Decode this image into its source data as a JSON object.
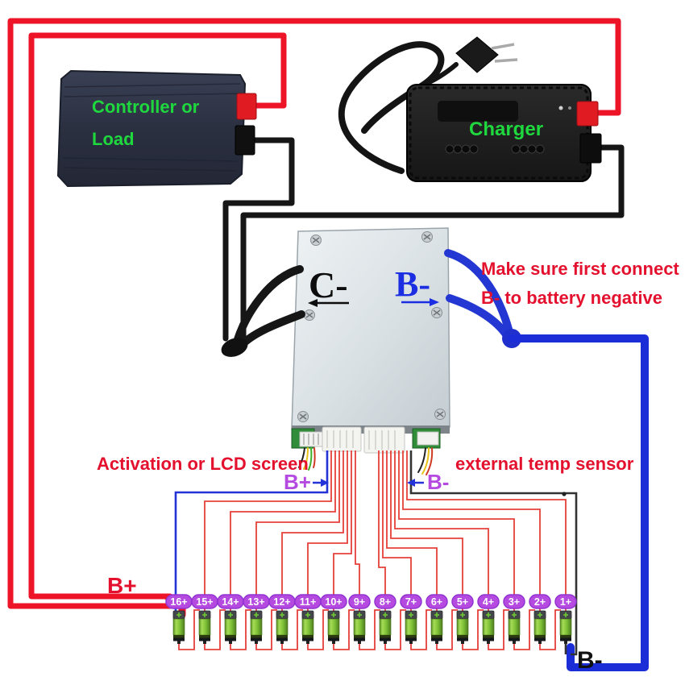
{
  "colors": {
    "wire_red": "#ee1428",
    "sense_red": "#e6403a",
    "wire_black": "#161616",
    "sense_black": "#333333",
    "wire_blue": "#1f31d2",
    "sense_blue": "#2433d8",
    "label_purple": "#b44ae0",
    "label_purple_edge": "#9333cf",
    "text_red": "#e4112e",
    "text_green": "#1ed83e",
    "text_blue": "#1b2ee2",
    "battery_light": "#a6dd55",
    "battery_dark": "#5f9e27"
  },
  "devices": {
    "controller": {
      "line1": "Controller or",
      "line2": "Load"
    },
    "charger": {
      "label": "Charger"
    },
    "bms": {
      "c_minus": "C-",
      "b_minus": "B-"
    }
  },
  "annotations": {
    "warning_line1": "Make sure first connect",
    "warning_line2": "B- to battery negative",
    "activation": "Activation or LCD screen",
    "temp_sensor": "external temp sensor",
    "bplus_tap": "B+",
    "bminus_tap": "B-",
    "battery_positive": "B+",
    "battery_negative": "B-"
  },
  "batteries": {
    "labels": [
      "16+",
      "15+",
      "14+",
      "13+",
      "12+",
      "11+",
      "10+",
      "9+",
      "8+",
      "7+",
      "6+",
      "5+",
      "4+",
      "3+",
      "2+",
      "1+"
    ]
  }
}
